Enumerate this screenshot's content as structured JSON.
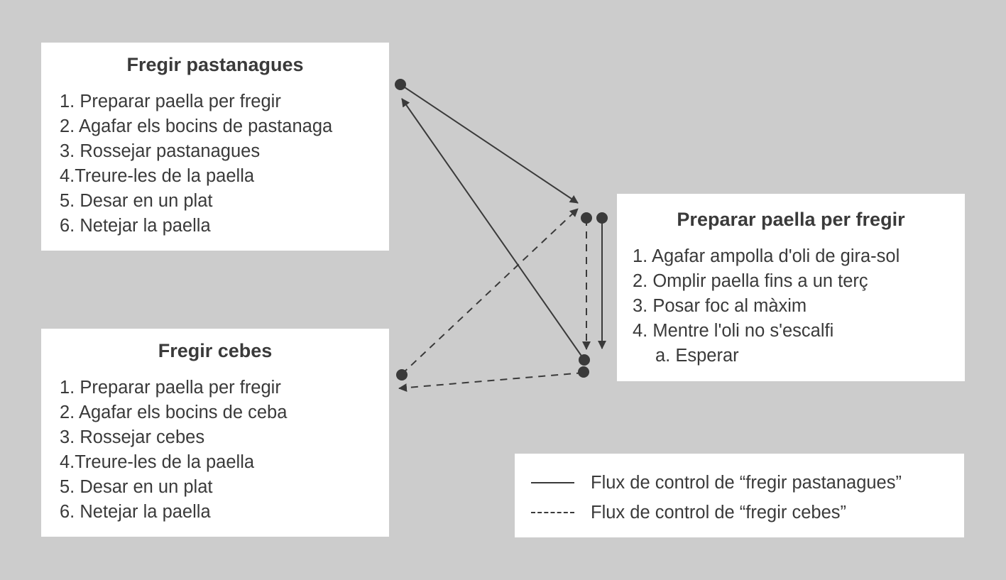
{
  "boxes": {
    "fry_carrots": {
      "title": "Fregir pastanagues",
      "steps": [
        "1. Preparar paella per fregir",
        "2. Agafar els bocins de pastanaga",
        "3. Rossejar pastanagues",
        "4.Treure-les de la paella",
        "5. Desar en un plat",
        "6. Netejar la paella"
      ]
    },
    "fry_onions": {
      "title": "Fregir cebes",
      "steps": [
        "1. Preparar paella per fregir",
        "2. Agafar els bocins de ceba",
        "3. Rossejar cebes",
        "4.Treure-les de la paella",
        "5. Desar en un plat",
        "6. Netejar la paella"
      ]
    },
    "prepare_pan": {
      "title": "Preparar paella per fregir",
      "steps": [
        "1. Agafar ampolla d'oli de gira-sol",
        "2. Omplir paella fins a un terç",
        "3. Posar foc al màxim",
        "4. Mentre l'oli no s'escalfi"
      ],
      "substeps": [
        "a. Esperar"
      ]
    }
  },
  "legend": {
    "solid_label": "Flux de control de “fregir pastanagues”",
    "dashed_label": "Flux de control de “fregir cebes”"
  },
  "colors": {
    "background": "#cccccc",
    "box": "#ffffff",
    "ink": "#3a3a3a"
  }
}
